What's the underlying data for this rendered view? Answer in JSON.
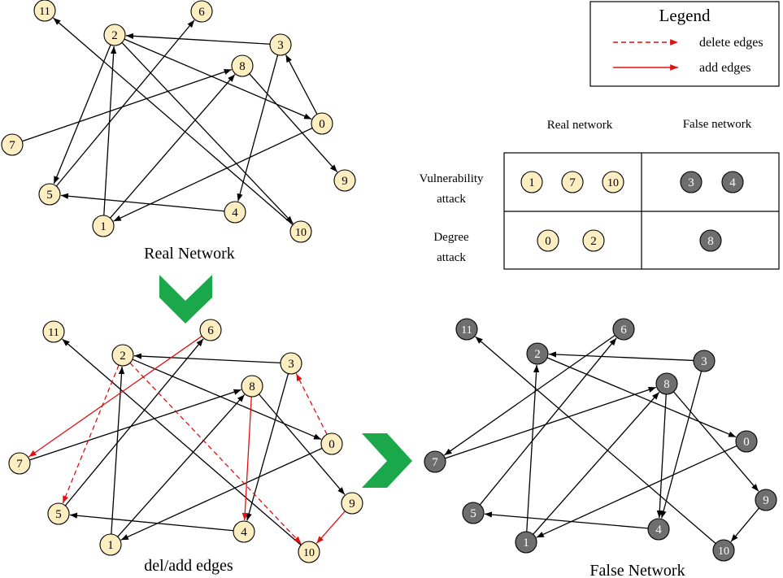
{
  "legend": {
    "title": "Legend",
    "delete_label": "delete edges",
    "add_label": "add edges"
  },
  "table": {
    "col_real": "Real network",
    "col_false": "False network",
    "row1_line1": "Vulnerability",
    "row1_line2": "attack",
    "row2_line1": "Degree",
    "row2_line2": "attack",
    "vuln_real": [
      "1",
      "7",
      "10"
    ],
    "vuln_false": [
      "3",
      "4"
    ],
    "degree_real": [
      "0",
      "2"
    ],
    "degree_false": [
      "8"
    ]
  },
  "captions": {
    "real": "Real Network",
    "deladd": "del/add edges",
    "false": "False Network"
  },
  "colors": {
    "real_node_fill": "#fdeec2",
    "false_node_fill": "#6e6e6e",
    "edge": "#000000",
    "modified_edge": "#e01010",
    "arrow_green": "#1aa84a"
  },
  "graphs": {
    "real": {
      "node_labels": [
        "0",
        "1",
        "2",
        "3",
        "4",
        "5",
        "6",
        "7",
        "8",
        "9",
        "10",
        "11"
      ],
      "edges": [
        [
          "0",
          "1"
        ],
        [
          "0",
          "3"
        ],
        [
          "2",
          "0"
        ],
        [
          "2",
          "5"
        ],
        [
          "2",
          "10"
        ],
        [
          "3",
          "2"
        ],
        [
          "3",
          "4"
        ],
        [
          "4",
          "5"
        ],
        [
          "5",
          "6"
        ],
        [
          "1",
          "2"
        ],
        [
          "1",
          "8"
        ],
        [
          "7",
          "8"
        ],
        [
          "8",
          "9"
        ],
        [
          "10",
          "11"
        ]
      ]
    },
    "deladd": {
      "node_labels": [
        "0",
        "1",
        "2",
        "3",
        "4",
        "5",
        "6",
        "7",
        "8",
        "9",
        "10",
        "11"
      ],
      "edges": [
        [
          "0",
          "1"
        ],
        [
          "2",
          "0"
        ],
        [
          "3",
          "2"
        ],
        [
          "3",
          "4"
        ],
        [
          "4",
          "5"
        ],
        [
          "5",
          "6"
        ],
        [
          "1",
          "2"
        ],
        [
          "1",
          "8"
        ],
        [
          "7",
          "8"
        ],
        [
          "8",
          "9"
        ],
        [
          "10",
          "11"
        ]
      ],
      "deleted_edges": [
        [
          "0",
          "3"
        ],
        [
          "2",
          "5"
        ],
        [
          "2",
          "10"
        ]
      ],
      "added_edges": [
        [
          "6",
          "7"
        ],
        [
          "8",
          "4"
        ],
        [
          "9",
          "10"
        ]
      ]
    },
    "false": {
      "node_labels": [
        "0",
        "1",
        "2",
        "3",
        "4",
        "5",
        "6",
        "7",
        "8",
        "9",
        "10",
        "11"
      ],
      "edges": [
        [
          "0",
          "1"
        ],
        [
          "2",
          "0"
        ],
        [
          "3",
          "2"
        ],
        [
          "3",
          "4"
        ],
        [
          "4",
          "5"
        ],
        [
          "5",
          "6"
        ],
        [
          "1",
          "2"
        ],
        [
          "1",
          "8"
        ],
        [
          "7",
          "8"
        ],
        [
          "8",
          "9"
        ],
        [
          "10",
          "11"
        ],
        [
          "6",
          "7"
        ],
        [
          "8",
          "4"
        ],
        [
          "9",
          "10"
        ]
      ]
    }
  }
}
